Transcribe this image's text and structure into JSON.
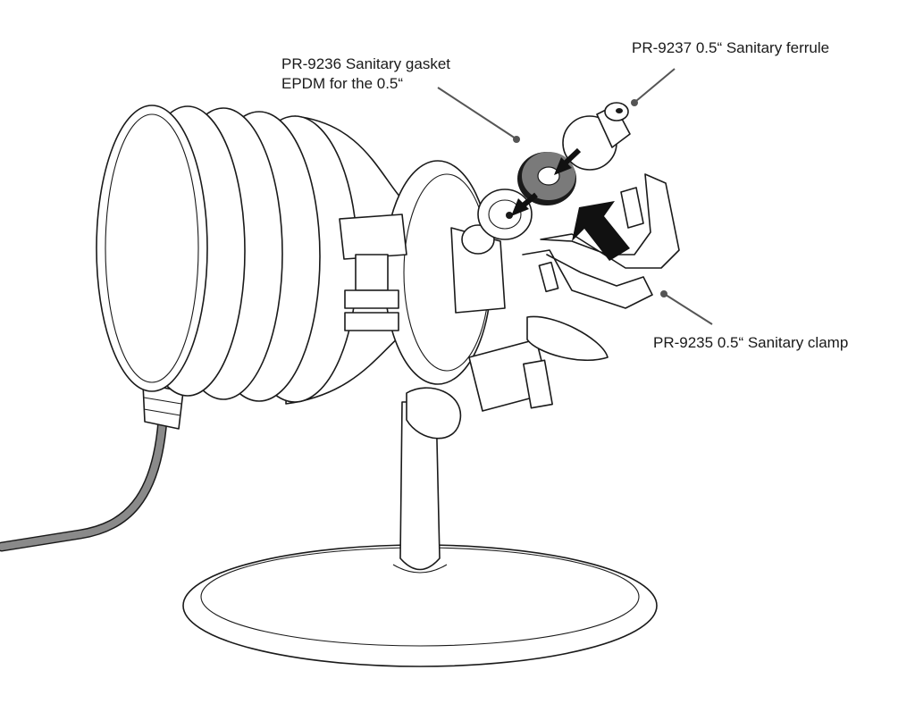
{
  "labels": {
    "ferrule": "PR-9237 0.5“ Sanitary ferrule",
    "gasket_line1": "PR-9236 Sanitary gasket",
    "gasket_line2": "EPDM for the 0.5“",
    "clamp": "PR-9235 0.5“ Sanitary clamp"
  },
  "colors": {
    "line": "#1a1a1a",
    "leader": "#555555",
    "cable": "#8a8a8a",
    "gasket": "#7a7a7a",
    "arrow": "#111111"
  }
}
